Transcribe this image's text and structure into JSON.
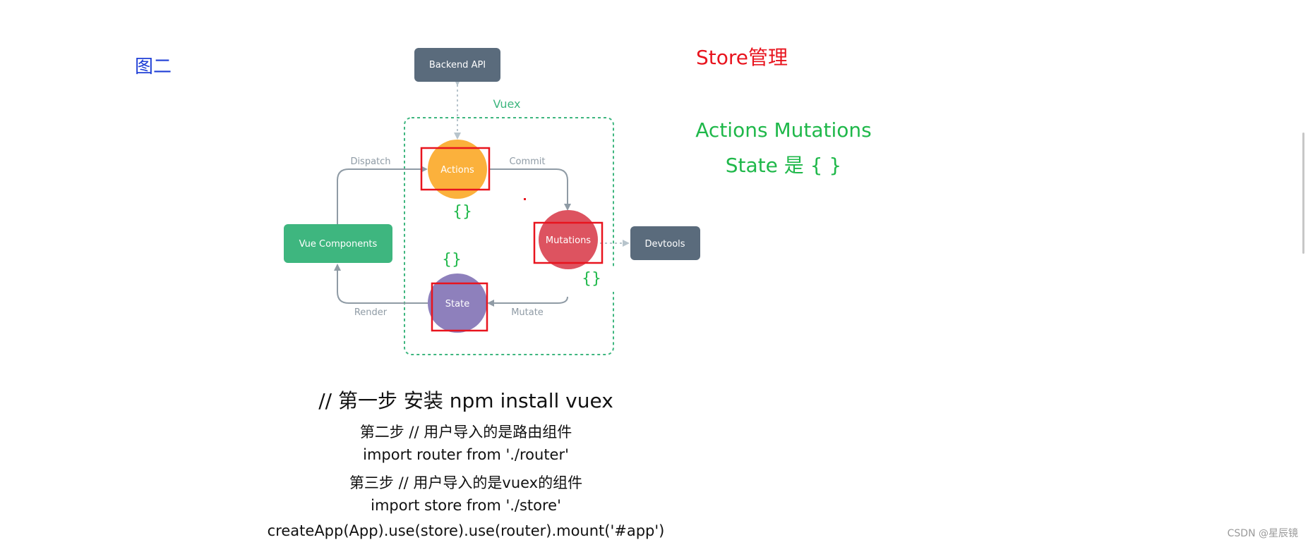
{
  "annotations": {
    "figure_label": "图二",
    "store_title": "Store管理",
    "green_line_1": "Actions Mutations",
    "green_line_2": "State 是 { }",
    "braces": "{}"
  },
  "diagram": {
    "nodes": {
      "backend_api": "Backend API",
      "vue_components": "Vue Components",
      "devtools": "Devtools",
      "actions": "Actions",
      "mutations": "Mutations",
      "state": "State"
    },
    "container_label": "Vuex",
    "edges": {
      "dispatch": "Dispatch",
      "commit": "Commit",
      "mutate": "Mutate",
      "render": "Render"
    },
    "colors": {
      "backend": "#5a6b7c",
      "vue_components": "#3eb67f",
      "actions": "#fbb13c",
      "mutations": "#dd5360",
      "state": "#8e80bc",
      "devtools": "#5a6b7c",
      "vuex_border": "#3eb67f",
      "highlight": "#e8141e",
      "arrows": "#8f9ba5"
    }
  },
  "steps": {
    "heading": "// 第一步 安装 npm install vuex",
    "lines": [
      "第二步 // 用户导入的是路由组件",
      "import router from './router'",
      "第三步 // 用户导入的是vuex的组件",
      "import store from './store'",
      "createApp(App).use(store).use(router).mount('#app')"
    ]
  },
  "watermark": "CSDN @星辰镜"
}
